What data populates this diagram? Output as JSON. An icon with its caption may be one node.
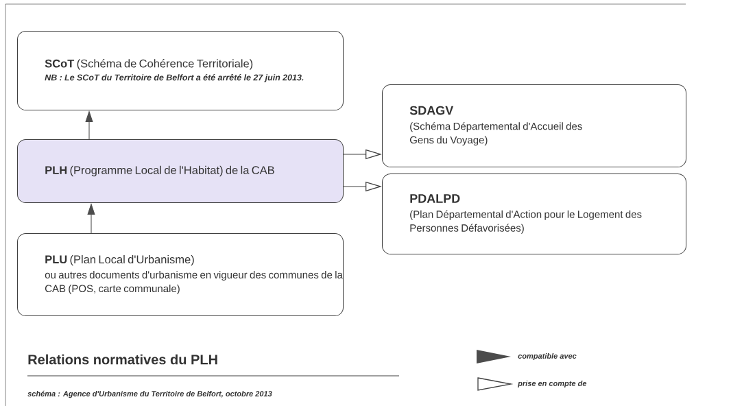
{
  "diagram": {
    "title": "Relations normatives du PLH",
    "caption": "schéma : Agence d'Urbanisme du Territoire de Belfort, octobre 2013",
    "nodes": [
      {
        "text": [
          "**SCoT** (Schéma de Cohérence Territoriale)",
          "NB : Le SCoT du Territoire de Belfort a été arrêté le 27 juin 2013."
        ]
      },
      {
        "text": [
          "**PLH** (Programme Local de l'Habitat) de la CAB"
        ]
      },
      {
        "text": [
          "**PLU** (Plan Local d'Urbanisme)",
          "ou autres documents d'urbanisme en vigueur des communes de la CAB (POS, carte communale)"
        ]
      },
      {
        "text": [
          "SDAGV",
          "(Schéma Départemental d'Accueil des Gens du Voyage)"
        ]
      },
      {
        "text": [
          "PDALPD",
          "(Plan Départemental d'Action pour le Logement des Personnes Défavorisées)"
        ]
      }
    ],
    "edges": [
      {
        "from": 1,
        "to": 0,
        "arrow": "to"
      },
      {
        "from": 2,
        "to": 1,
        "arrow": "to"
      },
      {
        "from": 1,
        "to": 3,
        "arrow": "to"
      },
      {
        "from": 1,
        "to": 4,
        "arrow": "to"
      }
    ],
    "legend": [
      {
        "text": "compatible avec"
      },
      {
        "text": "prise en compte de"
      }
    ]
  }
}
